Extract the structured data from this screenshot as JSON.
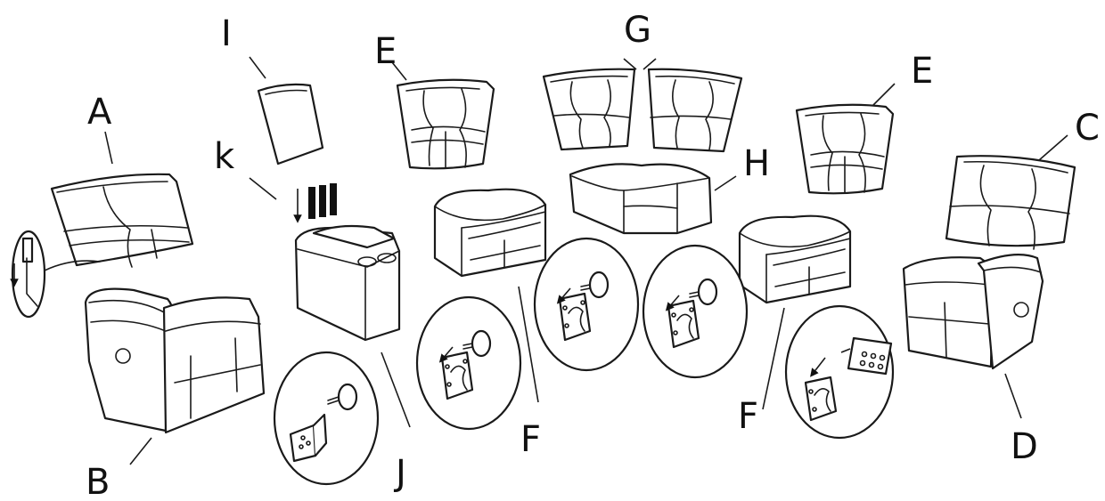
{
  "labels": {
    "A": "A",
    "B": "B",
    "C": "C",
    "D": "D",
    "E": "E",
    "F": "F",
    "G": "G",
    "H": "H",
    "I": "I",
    "J": "J",
    "k": "k"
  },
  "colors": {
    "ink": "#111111",
    "background": "#ffffff"
  }
}
